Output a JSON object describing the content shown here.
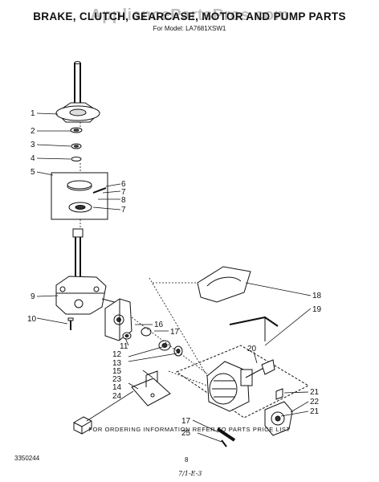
{
  "header": {
    "title": "BRAKE, CLUTCH, GEARCASE, MOTOR AND PUMP PARTS",
    "subtitle": "For Model: LA7681XSW1",
    "watermark": "AppliancePartsPros.com"
  },
  "footer": {
    "note": "FOR ORDERING INFORMATION REFER TO PARTS PRICE LIST",
    "doc_number": "3350244",
    "page_number": "8",
    "handwritten": "7/1-E-3"
  },
  "callouts": {
    "c1": "1",
    "c2": "2",
    "c3": "3",
    "c4": "4",
    "c5": "5",
    "c6": "6",
    "c7a": "7",
    "c8": "8",
    "c7b": "7",
    "c9": "9",
    "c10": "10",
    "c11": "11",
    "c12": "12",
    "c13": "13",
    "c15": "15",
    "c23": "23",
    "c14": "14",
    "c24": "24",
    "c16": "16",
    "c17a": "17",
    "c18": "18",
    "c19": "19",
    "c20": "20",
    "c21a": "21",
    "c22": "22",
    "c21b": "21",
    "c17b": "17",
    "c25": "25"
  }
}
